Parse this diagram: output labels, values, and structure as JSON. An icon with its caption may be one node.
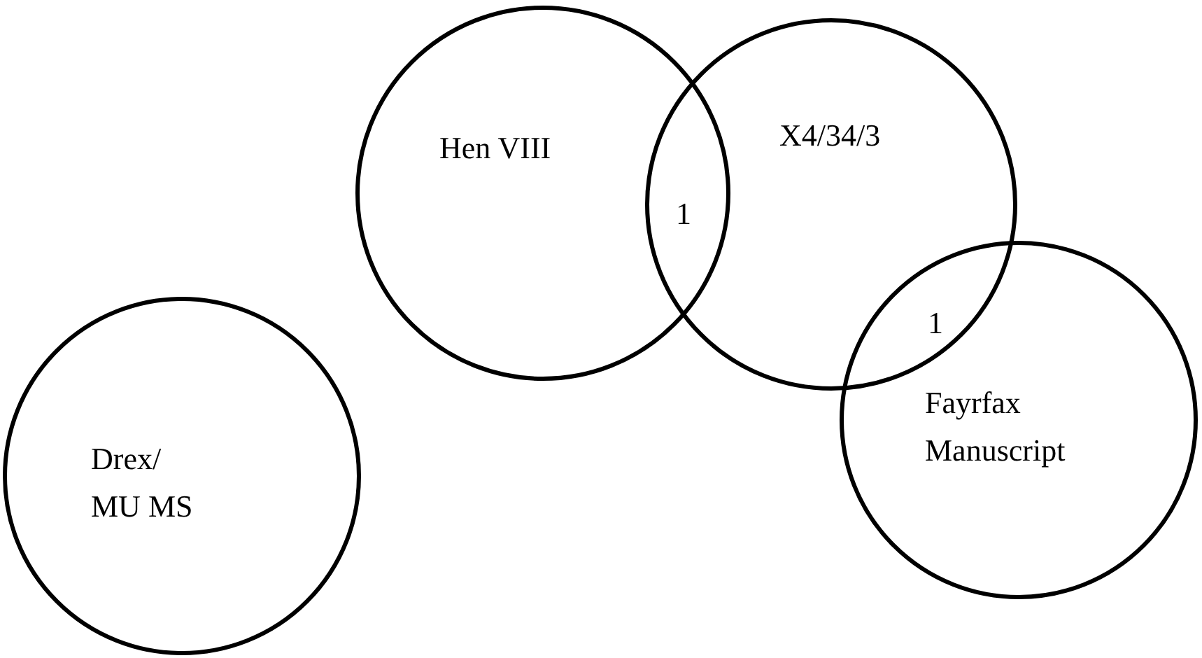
{
  "diagram": {
    "nodes": [
      {
        "text": [
          "Hen VIII"
        ]
      },
      {
        "text": [
          "X4/34/3"
        ]
      },
      {
        "text": [
          "Drex/ MU MS"
        ]
      },
      {
        "text": [
          "Fayrfax Manuscript"
        ]
      }
    ],
    "labels": [
      "1",
      "1"
    ]
  }
}
